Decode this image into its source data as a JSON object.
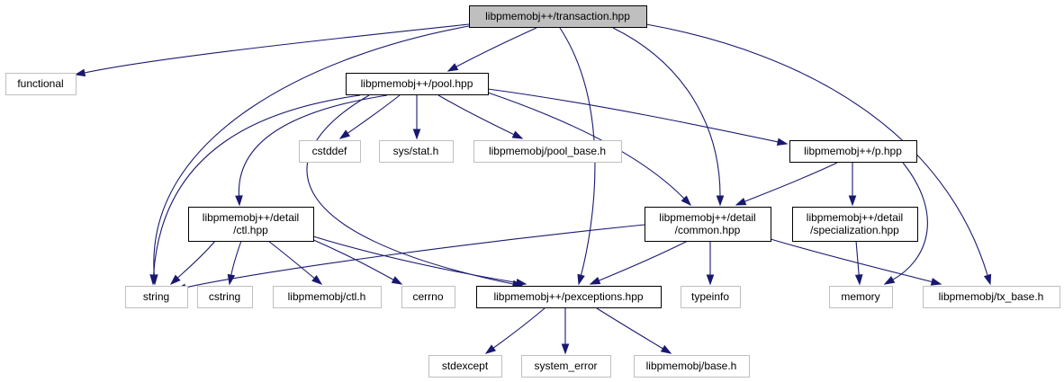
{
  "graph": {
    "nodes": [
      {
        "id": "transaction",
        "lines": [
          "libpmemobj++/transaction.hpp"
        ],
        "style": "root"
      },
      {
        "id": "functional",
        "lines": [
          "functional"
        ],
        "style": "ghost"
      },
      {
        "id": "pool",
        "lines": [
          "libpmemobj++/pool.hpp"
        ],
        "style": "solid"
      },
      {
        "id": "cstddef",
        "lines": [
          "cstddef"
        ],
        "style": "ghost"
      },
      {
        "id": "sysstat",
        "lines": [
          "sys/stat.h"
        ],
        "style": "ghost"
      },
      {
        "id": "poolbase",
        "lines": [
          "libpmemobj/pool_base.h"
        ],
        "style": "ghost"
      },
      {
        "id": "p",
        "lines": [
          "libpmemobj++/p.hpp"
        ],
        "style": "solid"
      },
      {
        "id": "ctl",
        "lines": [
          "libpmemobj++/detail",
          "/ctl.hpp"
        ],
        "style": "solid"
      },
      {
        "id": "common",
        "lines": [
          "libpmemobj++/detail",
          "/common.hpp"
        ],
        "style": "solid"
      },
      {
        "id": "special",
        "lines": [
          "libpmemobj++/detail",
          "/specialization.hpp"
        ],
        "style": "solid"
      },
      {
        "id": "string",
        "lines": [
          "string"
        ],
        "style": "ghost"
      },
      {
        "id": "cstring",
        "lines": [
          "cstring"
        ],
        "style": "ghost"
      },
      {
        "id": "ctlh",
        "lines": [
          "libpmemobj/ctl.h"
        ],
        "style": "ghost"
      },
      {
        "id": "cerrno",
        "lines": [
          "cerrno"
        ],
        "style": "ghost"
      },
      {
        "id": "pexc",
        "lines": [
          "libpmemobj++/pexceptions.hpp"
        ],
        "style": "solid"
      },
      {
        "id": "typeinfo",
        "lines": [
          "typeinfo"
        ],
        "style": "ghost"
      },
      {
        "id": "memory",
        "lines": [
          "memory"
        ],
        "style": "ghost"
      },
      {
        "id": "txbase",
        "lines": [
          "libpmemobj/tx_base.h"
        ],
        "style": "ghost"
      },
      {
        "id": "stdexcept",
        "lines": [
          "stdexcept"
        ],
        "style": "ghost"
      },
      {
        "id": "syserr",
        "lines": [
          "system_error"
        ],
        "style": "ghost"
      },
      {
        "id": "baseh",
        "lines": [
          "libpmemobj/base.h"
        ],
        "style": "ghost"
      }
    ],
    "edges": [
      [
        "transaction",
        "functional"
      ],
      [
        "transaction",
        "pool"
      ],
      [
        "transaction",
        "string"
      ],
      [
        "transaction",
        "pexc"
      ],
      [
        "transaction",
        "common"
      ],
      [
        "transaction",
        "txbase"
      ],
      [
        "pool",
        "cstddef"
      ],
      [
        "pool",
        "sysstat"
      ],
      [
        "pool",
        "poolbase"
      ],
      [
        "pool",
        "p"
      ],
      [
        "pool",
        "ctl"
      ],
      [
        "pool",
        "common"
      ],
      [
        "pool",
        "string"
      ],
      [
        "pool",
        "pexc"
      ],
      [
        "p",
        "common"
      ],
      [
        "p",
        "special"
      ],
      [
        "p",
        "memory"
      ],
      [
        "ctl",
        "string"
      ],
      [
        "ctl",
        "cstring"
      ],
      [
        "ctl",
        "ctlh"
      ],
      [
        "ctl",
        "cerrno"
      ],
      [
        "ctl",
        "pexc"
      ],
      [
        "common",
        "string"
      ],
      [
        "common",
        "pexc"
      ],
      [
        "common",
        "typeinfo"
      ],
      [
        "common",
        "txbase"
      ],
      [
        "special",
        "memory"
      ],
      [
        "pexc",
        "stdexcept"
      ],
      [
        "pexc",
        "syserr"
      ],
      [
        "pexc",
        "baseh"
      ]
    ]
  }
}
